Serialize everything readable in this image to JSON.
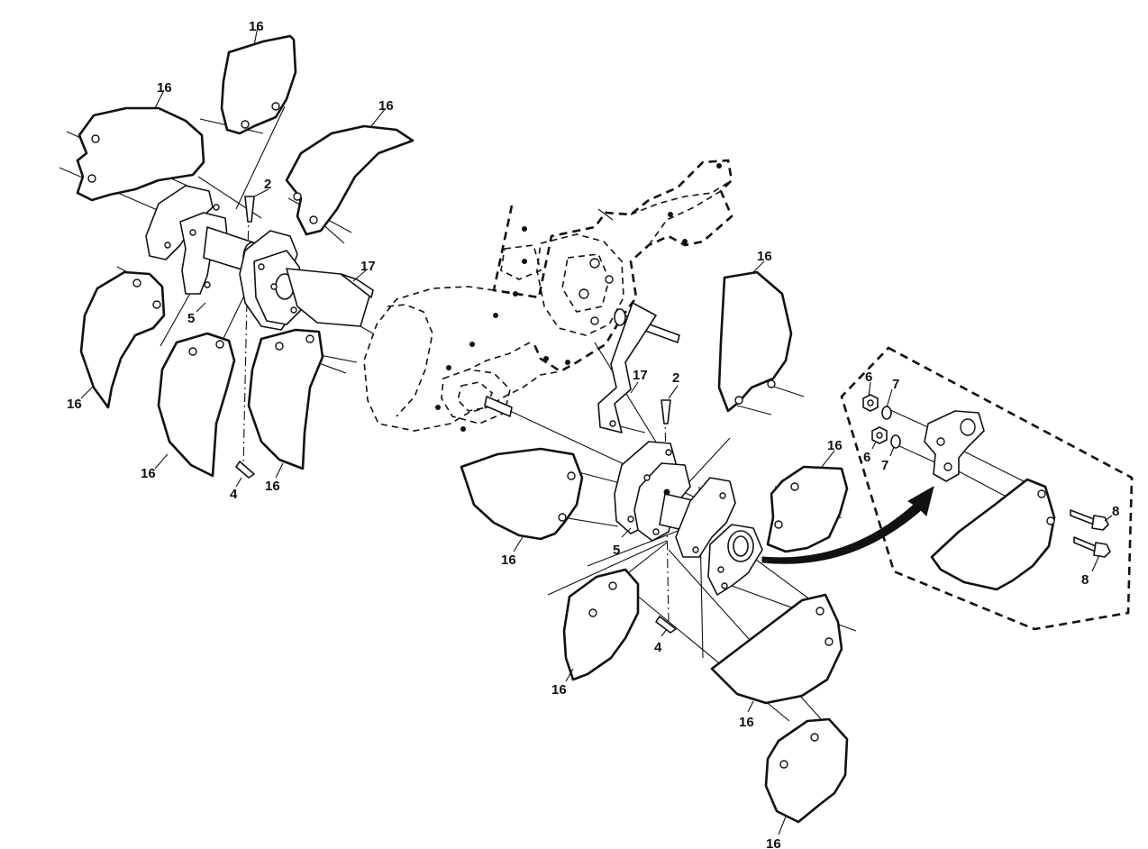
{
  "callouts": {
    "blade": "16",
    "clevis_pin": "2",
    "hairpin_clip": "4",
    "hub": "5",
    "lock_nut": "6",
    "lock_washer": "7",
    "bolt": "8",
    "shield": "17"
  },
  "icons": {
    "arrow": "curved-arrow-icon"
  },
  "colors": {
    "line": "#111111",
    "background": "#ffffff"
  }
}
